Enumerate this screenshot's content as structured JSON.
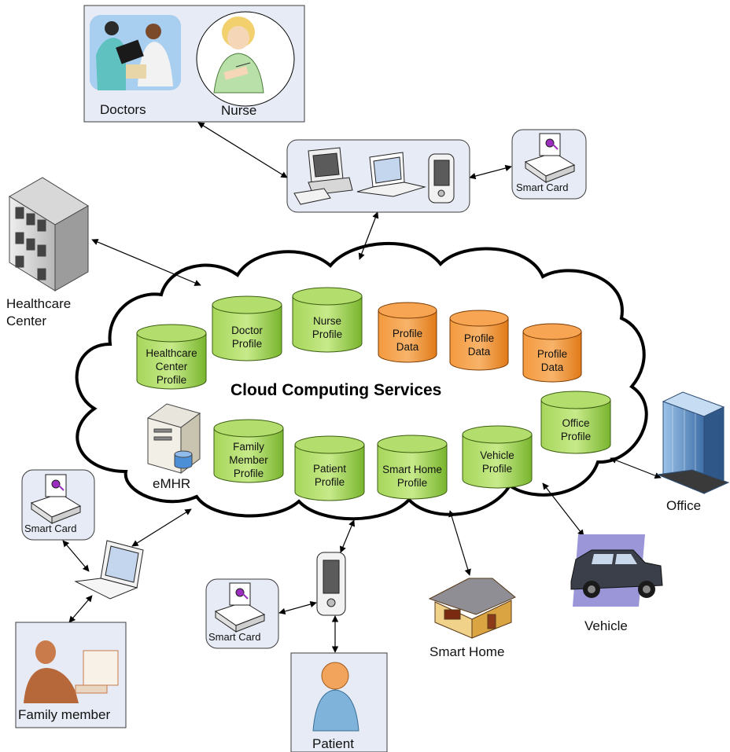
{
  "diagram": {
    "title": "Cloud Computing Services",
    "cloud_profiles": [
      {
        "label": "Healthcare\nCenter\nProfile",
        "color": "#8cc63f"
      },
      {
        "label": "Doctor\nProfile",
        "color": "#8cc63f"
      },
      {
        "label": "Nurse\nProfile",
        "color": "#8cc63f"
      },
      {
        "label": "Profile\nData",
        "color": "#f08c2a"
      },
      {
        "label": "Profile\nData",
        "color": "#f08c2a"
      },
      {
        "label": "Profile\nData",
        "color": "#f08c2a"
      },
      {
        "label": "Office\nProfile",
        "color": "#8cc63f"
      },
      {
        "label": "Family\nMember\nProfile",
        "color": "#8cc63f"
      },
      {
        "label": "Patient\nProfile",
        "color": "#8cc63f"
      },
      {
        "label": "Smart Home\nProfile",
        "color": "#8cc63f"
      },
      {
        "label": "Vehicle\nProfile",
        "color": "#8cc63f"
      }
    ],
    "server_label": "eMHR",
    "entities": {
      "doctors": "Doctors",
      "nurse": "Nurse",
      "healthcare_center": "Healthcare\nCenter",
      "smart_card_top": "Smart Card",
      "smart_card_left": "Smart Card",
      "smart_card_bottom": "Smart Card",
      "family_member": "Family member",
      "patient": "Patient",
      "smart_home": "Smart Home",
      "vehicle": "Vehicle",
      "office": "Office"
    },
    "colors": {
      "panel_fill": "#e6ebf5",
      "panel_border": "#3c3c3c",
      "green_profile": "#8cc63f",
      "orange_profile": "#f08c2a"
    }
  }
}
